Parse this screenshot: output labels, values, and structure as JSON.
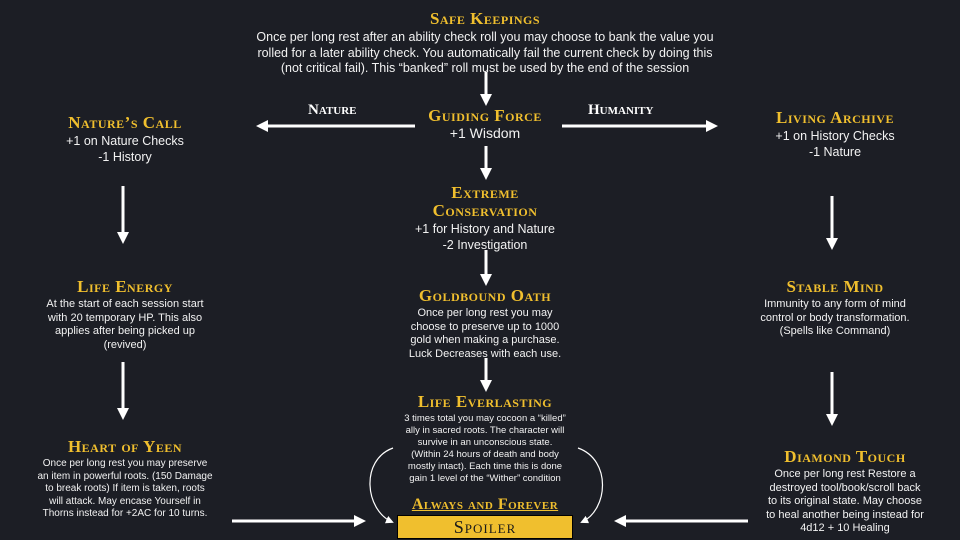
{
  "nodes": {
    "safe_keepings": {
      "title": "Safe Keepings",
      "body": "Once per long rest after an ability check roll you may choose to bank the value you\nrolled for a later ability check. You automatically fail the current check by doing this\n(not critical fail). This “banked” roll must be used by the end of the session"
    },
    "guiding_force": {
      "title": "Guiding Force",
      "body": "+1 Wisdom"
    },
    "natures_call": {
      "title": "Nature’s Call",
      "body": "+1 on Nature Checks\n-1 History"
    },
    "living_archive": {
      "title": "Living Archive",
      "body": "+1 on History Checks\n-1 Nature"
    },
    "extreme_conservation": {
      "title": "Extreme\nConservation",
      "body": "+1 for History and Nature\n-2 Investigation"
    },
    "goldbound_oath": {
      "title": "Goldbound Oath",
      "body": "Once per long rest you may\nchoose to preserve up to 1000\ngold when making a purchase.\nLuck Decreases with each use."
    },
    "life_energy": {
      "title": "Life Energy",
      "body": "At the start of each session start\nwith 20 temporary HP. This also\napplies after being picked up\n(revived)"
    },
    "stable_mind": {
      "title": "Stable Mind",
      "body": "Immunity to any form of mind\ncontrol or body transformation.\n(Spells like Command)"
    },
    "life_everlasting": {
      "title": "Life Everlasting",
      "body": "3 times total you may cocoon a “killed”\nally in sacred roots. The character will\nsurvive in an unconscious state.\n(Within 24 hours of death and body\nmostly intact).  Each time this is done\ngain 1 level of the “Wither” condition"
    },
    "heart_of_yeen": {
      "title": "Heart of Yeen",
      "body": "Once per long rest you may preserve\nan item in powerful roots. (150 Damage\nto break roots) If item is taken, roots\nwill attack. May encase Yourself in\nThorns instead for +2AC for 10 turns."
    },
    "diamond_touch": {
      "title": "Diamond Touch",
      "body": "Once per long rest Restore a\ndestroyed tool/book/scroll back\nto its original state. May choose\nto heal another being instead for\n4d12 + 10 Healing"
    },
    "always_and_forever": {
      "title": "Always and Forever",
      "body": "Spoiler"
    }
  },
  "branch_labels": {
    "left": "Nature",
    "right": "Humanity"
  },
  "colors": {
    "background": "#1c1e25",
    "accent": "#f0bf2e",
    "text": "#f2f2f2"
  }
}
